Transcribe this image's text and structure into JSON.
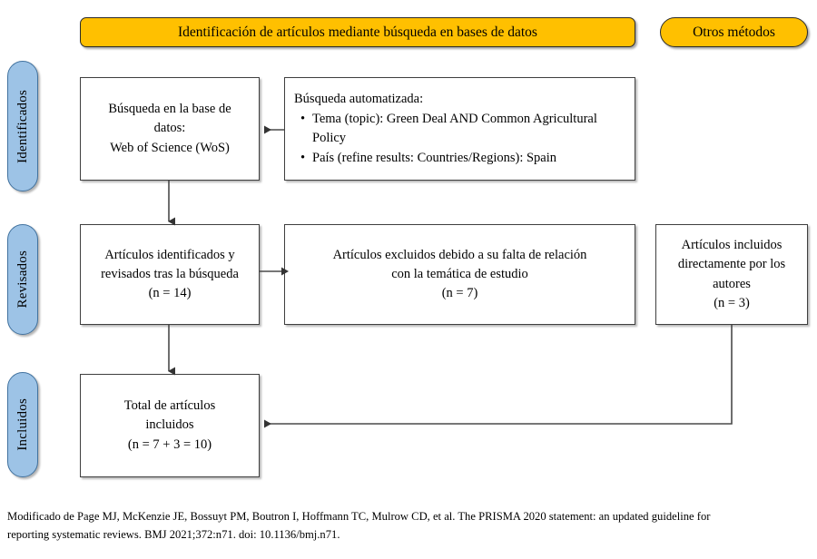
{
  "banners": {
    "database_identification": "Identificación de artículos mediante búsqueda en bases de datos",
    "other_methods": "Otros métodos"
  },
  "stages": {
    "identified": "Identificados",
    "screened": "Revisados",
    "included": "Incluidos"
  },
  "boxes": {
    "database_search": {
      "line1": "Búsqueda en la base de",
      "line2": "datos:",
      "line3": "Web of Science (WoS)"
    },
    "automated_search": {
      "title": "Búsqueda automatizada:",
      "bullets": [
        "Tema (topic): Green Deal AND Common Agricultural Policy",
        "País (refine results:  Countries/Regions): Spain"
      ]
    },
    "articles_reviewed": {
      "line1": "Artículos identificados y",
      "line2": "revisados tras la búsqueda",
      "count": "(n = 14)"
    },
    "articles_excluded": {
      "line1": "Artículos excluidos debido a su falta de relación",
      "line2": "con la temática de estudio",
      "count": "(n = 7)"
    },
    "articles_by_authors": {
      "line1": "Artículos incluidos",
      "line2": "directamente por los",
      "line3": "autores",
      "count": "(n = 3)"
    },
    "total_included": {
      "line1": "Total de artículos",
      "line2": "incluidos",
      "count": "(n = 7 + 3 = 10)"
    }
  },
  "footer": {
    "citation_line1": "Modificado de Page MJ, McKenzie JE, Bossuyt PM, Boutron I, Hoffmann TC, Mulrow CD, et al. The PRISMA 2020 statement: an updated guideline for",
    "citation_line2": "reporting systematic reviews. BMJ 2021;372:n71. doi: 10.1136/bmj.n71."
  },
  "colors": {
    "banner_yellow": "#FFC000",
    "stage_blue": "#9DC3E6",
    "stage_blue_border": "#41729F",
    "box_border": "#3f3f3f",
    "connector": "#4a4a4a"
  }
}
